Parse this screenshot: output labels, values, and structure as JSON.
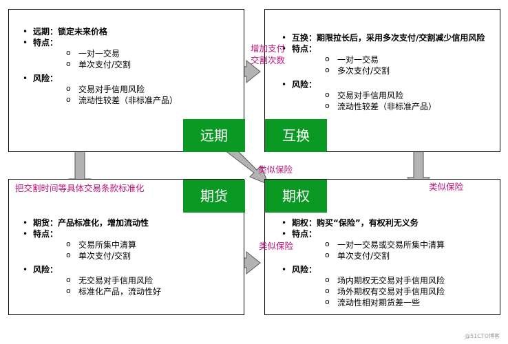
{
  "boxes": {
    "forward": {
      "items": [
        {
          "text": "远期：锁定未来价格",
          "subs": []
        },
        {
          "text": "特点：",
          "subs": [
            "一对一交易",
            "单次支付/交割"
          ]
        },
        {
          "text": "风险：",
          "subs": [
            "交易对手信用风险",
            "流动性较差（非标准产品）"
          ]
        }
      ]
    },
    "swap": {
      "items": [
        {
          "text": "互换：期限拉长后，采用多次支付/交割减少信用风险",
          "subs": []
        },
        {
          "text": "特点：",
          "subs": [
            "一对一交易",
            "多次支付/交割"
          ]
        },
        {
          "text": "风险：",
          "subs": [
            "交易对手信用风险",
            "流动性较差（非标准产品）"
          ]
        }
      ]
    },
    "futures": {
      "items": [
        {
          "text": "期货：产品标准化，增加流动性",
          "subs": []
        },
        {
          "text": "特点：",
          "subs": [
            "交易所集中清算",
            "单次支付/交割"
          ]
        },
        {
          "text": "风险：",
          "subs": [
            "无交易对手信用风险",
            "标准化产品，流动性好"
          ]
        }
      ]
    },
    "option": {
      "items": [
        {
          "text": "期权：购买“保险”，有权利无义务",
          "subs": []
        },
        {
          "text": "特点：",
          "subs": [
            "一对一交易或交易所集中清算",
            "单次支付/交割"
          ]
        },
        {
          "text": "风险：",
          "subs": [
            "场内期权无交易对手信用风险",
            "场外期权有交易对手信用风险",
            "流动性相对期货差一些"
          ]
        }
      ]
    }
  },
  "tags": {
    "forward": "远期",
    "swap": "互换",
    "futures": "期货",
    "option": "期权"
  },
  "notes": {
    "increase_payments": "增加支付\n交割次数",
    "standardize": "把交割时间等具体交易条款标准化",
    "like_insurance_diag": "类似保险",
    "like_insurance_right": "类似保险",
    "like_insurance_bottom": "类似保险"
  },
  "watermark": "@51CTO博客",
  "colors": {
    "tag_green": "#0a9a24",
    "note_magenta": "#c0127a",
    "arrow_fill": "#b3b3b3",
    "arrow_stroke": "#555555"
  }
}
